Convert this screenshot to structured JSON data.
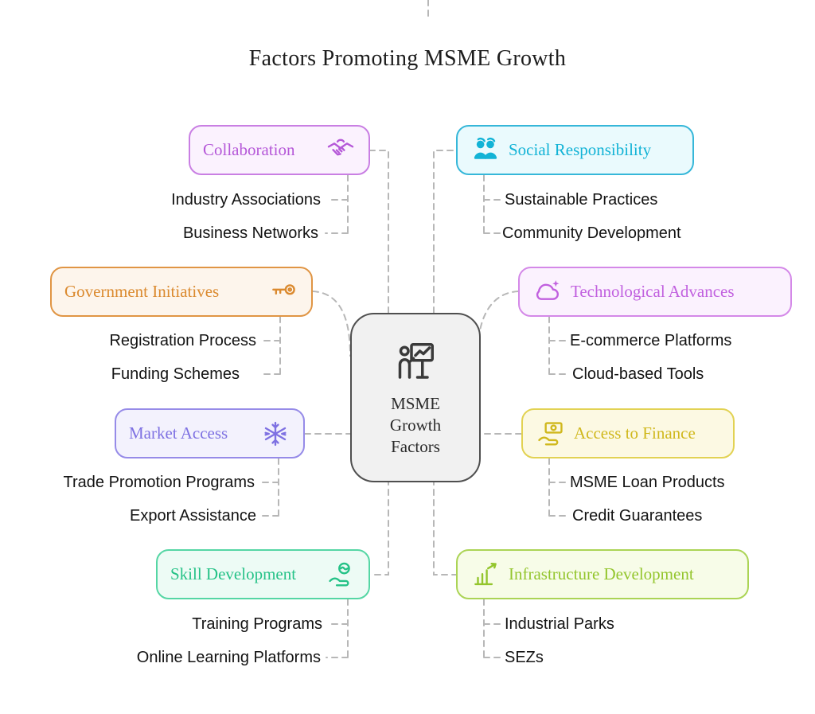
{
  "title": "Factors Promoting MSME Growth",
  "center": {
    "lines": [
      "MSME",
      "Growth",
      "Factors"
    ],
    "icon": "presenter-board-icon",
    "background": "#f1f1f1",
    "border_color": "#4f4f4f"
  },
  "connector_color": "#b7b7b7",
  "branches": [
    {
      "title": "Collaboration",
      "icon": "handshake-icon",
      "accent": "#b558d8",
      "border": "#c97fe3",
      "background": "#fbf2fe",
      "items": [
        "Industry Associations",
        "Business Networks"
      ]
    },
    {
      "title": "Social Responsibility",
      "icon": "people-icon",
      "accent": "#12b3d6",
      "border": "#36b7d9",
      "background": "#eafafd",
      "items": [
        "Sustainable Practices",
        "Community Development"
      ]
    },
    {
      "title": "Government Initiatives",
      "icon": "key-icon",
      "accent": "#db8a2f",
      "border": "#e09544",
      "background": "#fdf5ec",
      "items": [
        "Registration Process",
        "Funding Schemes"
      ]
    },
    {
      "title": "Technological Advances",
      "icon": "cloud-sparkle-icon",
      "accent": "#c160df",
      "border": "#d489e8",
      "background": "#fbf2fe",
      "items": [
        "E-commerce Platforms",
        "Cloud-based Tools"
      ]
    },
    {
      "title": "Market Access",
      "icon": "snowflake-icon",
      "accent": "#7e71e2",
      "border": "#968be8",
      "background": "#f3f2fd",
      "items": [
        "Trade Promotion Programs",
        "Export Assistance"
      ]
    },
    {
      "title": "Access to Finance",
      "icon": "money-hand-icon",
      "accent": "#d0b81d",
      "border": "#e2d253",
      "background": "#fcf9e3",
      "items": [
        "MSME Loan Products",
        "Credit Guarantees"
      ]
    },
    {
      "title": "Skill Development",
      "icon": "brain-hand-icon",
      "accent": "#25c287",
      "border": "#55d6a4",
      "background": "#edfbf5",
      "items": [
        "Training Programs",
        "Online Learning Platforms"
      ]
    },
    {
      "title": "Infrastructure Development",
      "icon": "bar-chart-growth-icon",
      "accent": "#93c52c",
      "border": "#abd455",
      "background": "#f7fce8",
      "items": [
        "Industrial Parks",
        "SEZs"
      ]
    }
  ]
}
